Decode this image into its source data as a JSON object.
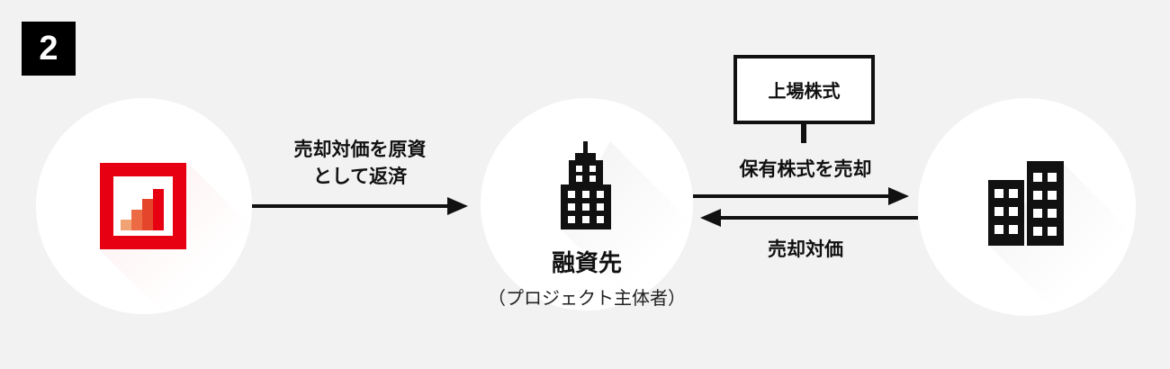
{
  "badge": {
    "label": "2"
  },
  "nodes": {
    "funds": {
      "icon": "bar-chart-logo"
    },
    "borrower": {
      "title": "融資先",
      "subtitle": "（プロジェクト主体者）",
      "icon": "office-building"
    },
    "market": {
      "icon": "office-buildings"
    }
  },
  "stock_box": {
    "label": "上場株式"
  },
  "arrows": {
    "repayment": {
      "line1": "売却対価を原資",
      "line2": "として返済",
      "direction": "right"
    },
    "sell_shares": {
      "label": "保有株式を売却",
      "direction": "right"
    },
    "sale_proceeds": {
      "label": "売却対価",
      "direction": "left"
    }
  },
  "colors": {
    "background": "#f2f2f2",
    "accent_red": "#e60012",
    "text": "#111111"
  }
}
